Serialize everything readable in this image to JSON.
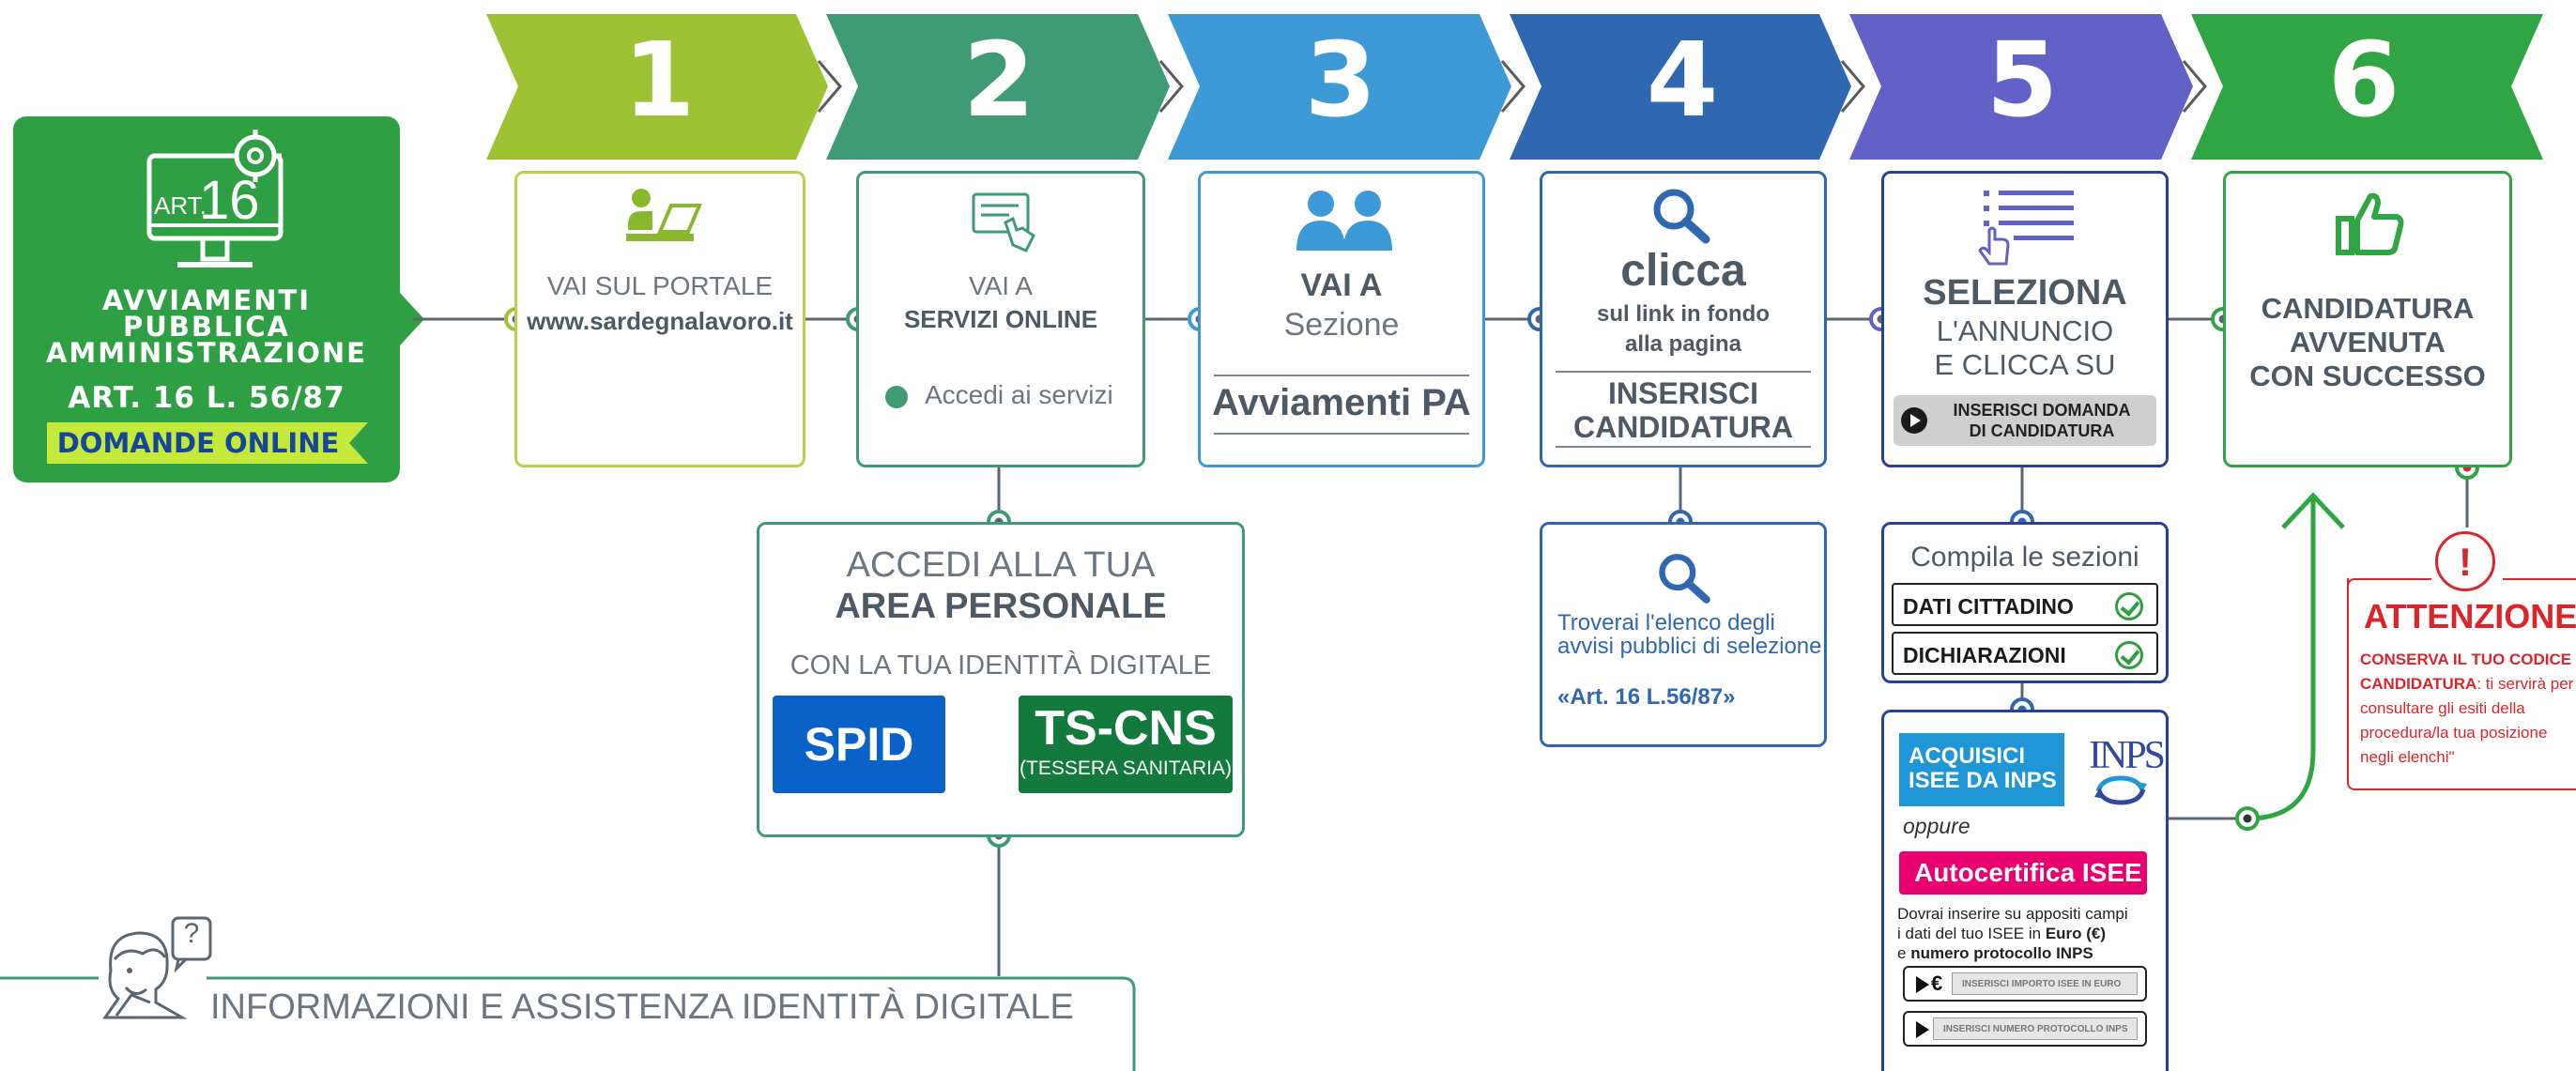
{
  "colors": {
    "step1": "#9dc233",
    "step2": "#3f9a76",
    "step3": "#3d9ad6",
    "step4": "#2f67b1",
    "step5": "#6161c8",
    "step6": "#2fa544",
    "title_bg": "#2ea043",
    "spid": "#0a62c8",
    "tscns": "#127a3d",
    "isee_blue": "#1f96d5",
    "autocert": "#e8006f",
    "alert": "#d9262b"
  },
  "title": {
    "icon": "computer-art16-icon",
    "art_label": "ART.",
    "art_number": "16",
    "lines": [
      "AVVIAMENTI",
      "PUBBLICA",
      "AMMINISTRAZIONE"
    ],
    "law": "ART. 16 L. 56/87",
    "banner": "DOMANDE ONLINE"
  },
  "steps": [
    {
      "number": "1",
      "icon": "person-laptop-icon",
      "line1": "VAI SUL PORTALE",
      "line2": "www.sardegnalavoro.it"
    },
    {
      "number": "2",
      "icon": "online-services-hand-icon",
      "line1": "VAI A",
      "line2": "SERVIZI ONLINE",
      "option": "Accedi ai servizi"
    },
    {
      "number": "3",
      "icon": "users-icon",
      "line1": "VAI A",
      "line2": "Sezione",
      "section": "Avviamenti PA"
    },
    {
      "number": "4",
      "icon": "magnifier-icon",
      "line1": "clicca",
      "line2": "sul link in fondo",
      "line3": "alla pagina",
      "action1": "INSERISCI",
      "action2": "CANDIDATURA"
    },
    {
      "number": "5",
      "icon": "list-pointer-icon",
      "line1": "SELEZIONA",
      "line2": "L'ANNUNCIO",
      "line3": "E CLICCA SU",
      "button1": "INSERISCI DOMANDA",
      "button2": "DI CANDIDATURA"
    },
    {
      "number": "6",
      "icon": "thumbs-up-icon",
      "line1": "CANDIDATURA",
      "line2": "AVVENUTA",
      "line3": "CON SUCCESSO"
    }
  ],
  "access": {
    "line1": "ACCEDI ALLA TUA",
    "line2": "AREA PERSONALE",
    "line3": "CON LA TUA IDENTITÀ DIGITALE",
    "spid": "SPID",
    "tscns": "TS-CNS",
    "tscns_sub": "(TESSERA SANITARIA)"
  },
  "search_result": {
    "icon": "magnifier-icon",
    "text": "Troverai l'elenco degli avvisi pubblici di selezione",
    "ref": "«Art. 16 L.56/87»"
  },
  "sections": {
    "title": "Compila le sezioni",
    "items": [
      "DATI CITTADINO",
      "DICHIARAZIONI"
    ]
  },
  "isee": {
    "acquire1": "ACQUISICI",
    "acquire2": "ISEE DA INPS",
    "inps": "INPS",
    "or": "oppure",
    "self_cert": "Autocertifica ISEE",
    "desc1": "Dovrai inserire su appositi campi",
    "desc2_a": "i dati del tuo ISEE in ",
    "desc2_b": "Euro (€)",
    "desc3_a": "e ",
    "desc3_b": "numero protocollo INPS",
    "field1_symbol": "€",
    "field1": "INSERISCI IMPORTO ISEE IN EURO",
    "field2": "INSERISCI NUMERO PROTOCOLLO INPS"
  },
  "alert": {
    "symbol": "!",
    "title": "ATTENZIONE",
    "bold_text": "CONSERVA IL TUO CODICE CANDIDATURA",
    "text": ": ti servirà per consultare gli esiti della procedura/la tua posizione negli elenchi\""
  },
  "help": {
    "icon": "person-question-icon",
    "question_mark": "?",
    "text": "INFORMAZIONI E ASSISTENZA IDENTITÀ DIGITALE"
  }
}
